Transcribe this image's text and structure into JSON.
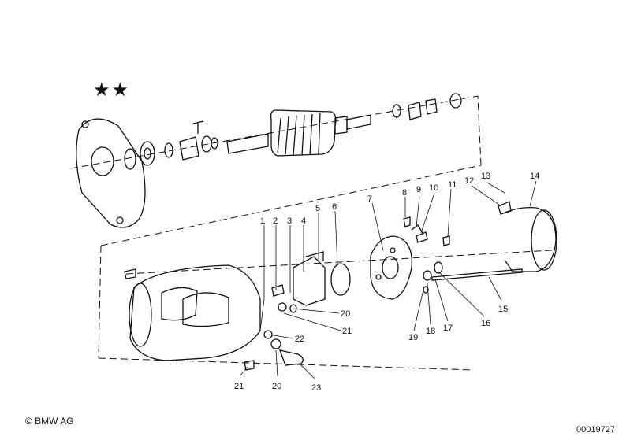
{
  "marks": "★★",
  "copyright": "© BMW AG",
  "image_id": "00019727",
  "callouts": {
    "c1": "1",
    "c2": "2",
    "c3": "3",
    "c4": "4",
    "c5": "5",
    "c6": "6",
    "c7": "7",
    "c8": "8",
    "c9": "9",
    "c10": "10",
    "c11": "11",
    "c12": "12",
    "c13": "13",
    "c14": "14",
    "c15": "15",
    "c16": "16",
    "c17": "17",
    "c18": "18",
    "c19": "19",
    "c20a": "20",
    "c21a": "21",
    "c22": "22",
    "c20b": "20",
    "c21b": "21",
    "c23": "23"
  }
}
